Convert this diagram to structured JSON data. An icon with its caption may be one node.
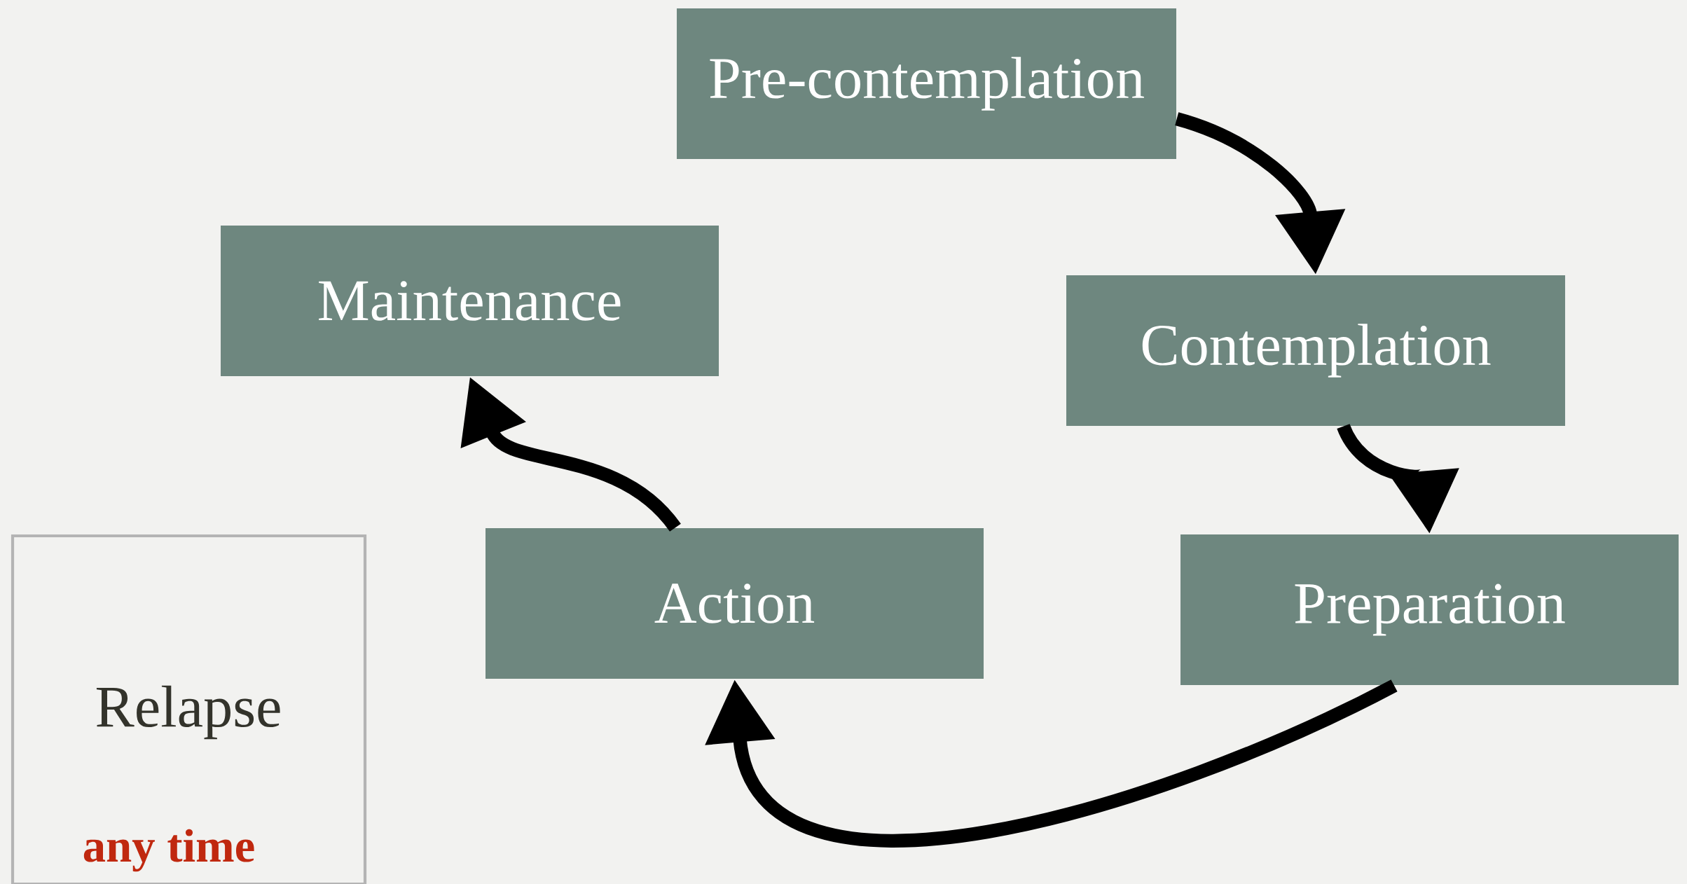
{
  "diagram": {
    "nodes": [
      {
        "text": [
          "Pre-contemplation"
        ]
      },
      {
        "text": [
          "Contemplation"
        ]
      },
      {
        "text": [
          "Preparation"
        ]
      },
      {
        "text": [
          "Action"
        ]
      },
      {
        "text": [
          "Maintenance"
        ]
      },
      {
        "text": [
          "Relapse",
          "any time"
        ]
      }
    ],
    "edges": [
      {
        "from": 0,
        "to": 1,
        "arrow": "to"
      },
      {
        "from": 1,
        "to": 2,
        "arrow": "to"
      },
      {
        "from": 2,
        "to": 3,
        "arrow": "to"
      },
      {
        "from": 3,
        "to": 4,
        "arrow": "to"
      }
    ]
  }
}
